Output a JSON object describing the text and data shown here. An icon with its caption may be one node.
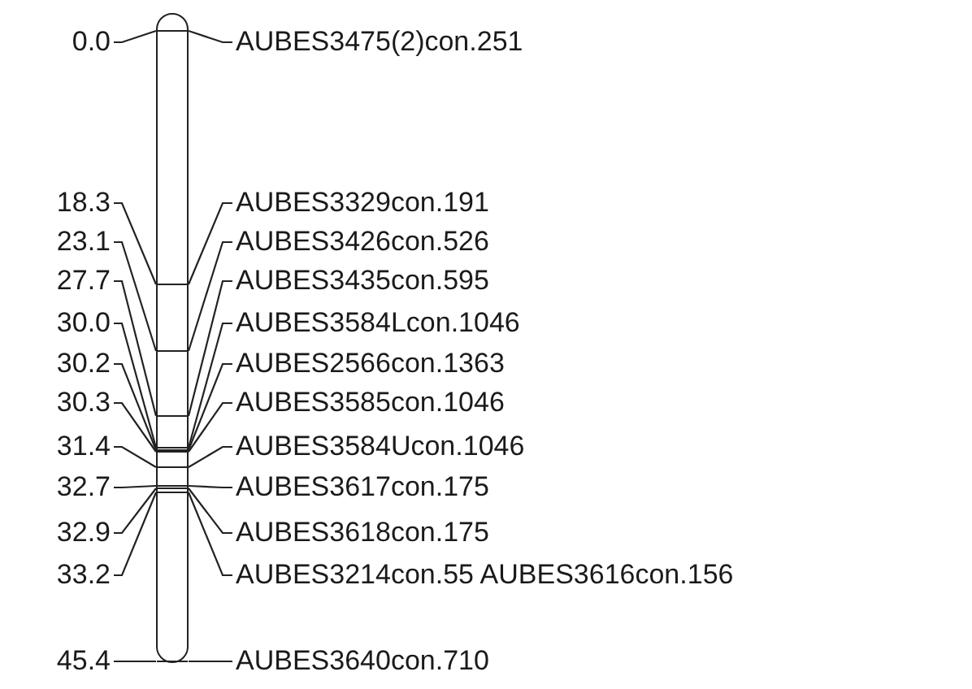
{
  "diagram": {
    "nodes": [
      {
        "text": [],
        "shape": "bar"
      },
      {
        "text": [
          "0.0"
        ]
      },
      {
        "text": [
          "18.3"
        ]
      },
      {
        "text": [
          "23.1"
        ]
      },
      {
        "text": [
          "27.7"
        ]
      },
      {
        "text": [
          "30.0"
        ]
      },
      {
        "text": [
          "30.2"
        ]
      },
      {
        "text": [
          "30.3"
        ]
      },
      {
        "text": [
          "31.4"
        ]
      },
      {
        "text": [
          "32.7"
        ]
      },
      {
        "text": [
          "32.9"
        ]
      },
      {
        "text": [
          "33.2"
        ]
      },
      {
        "text": [
          "45.4"
        ]
      },
      {
        "text": [
          "AUBES3475(2)con.251"
        ]
      },
      {
        "text": [
          "AUBES3329con.191"
        ]
      },
      {
        "text": [
          "AUBES3426con.526"
        ]
      },
      {
        "text": [
          "AUBES3435con.595"
        ]
      },
      {
        "text": [
          "AUBES3584Lcon.1046"
        ]
      },
      {
        "text": [
          "AUBES2566con.1363"
        ]
      },
      {
        "text": [
          "AUBES3585con.1046"
        ]
      },
      {
        "text": [
          "AUBES3584Ucon.1046"
        ]
      },
      {
        "text": [
          "AUBES3617con.175"
        ]
      },
      {
        "text": [
          "AUBES3618con.175"
        ]
      },
      {
        "text": [
          "AUBES3214con.55 AUBES3616con.156"
        ]
      },
      {
        "text": [
          "AUBES3640con.710"
        ]
      }
    ],
    "edges": [
      {
        "from": 1,
        "to": 0,
        "arrow": "none"
      },
      {
        "from": 2,
        "to": 0,
        "arrow": "none"
      },
      {
        "from": 3,
        "to": 0,
        "arrow": "none"
      },
      {
        "from": 4,
        "to": 0,
        "arrow": "none"
      },
      {
        "from": 5,
        "to": 0,
        "arrow": "none"
      },
      {
        "from": 6,
        "to": 0,
        "arrow": "none"
      },
      {
        "from": 7,
        "to": 0,
        "arrow": "none"
      },
      {
        "from": 8,
        "to": 0,
        "arrow": "none"
      },
      {
        "from": 9,
        "to": 0,
        "arrow": "none"
      },
      {
        "from": 10,
        "to": 0,
        "arrow": "none"
      },
      {
        "from": 11,
        "to": 0,
        "arrow": "none"
      },
      {
        "from": 12,
        "to": 0,
        "arrow": "none"
      },
      {
        "from": 13,
        "to": 0,
        "arrow": "none"
      },
      {
        "from": 14,
        "to": 0,
        "arrow": "none"
      },
      {
        "from": 15,
        "to": 0,
        "arrow": "none"
      },
      {
        "from": 16,
        "to": 0,
        "arrow": "none"
      },
      {
        "from": 17,
        "to": 0,
        "arrow": "none"
      },
      {
        "from": 18,
        "to": 0,
        "arrow": "none"
      },
      {
        "from": 19,
        "to": 0,
        "arrow": "none"
      },
      {
        "from": 20,
        "to": 0,
        "arrow": "none"
      },
      {
        "from": 21,
        "to": 0,
        "arrow": "none"
      },
      {
        "from": 22,
        "to": 0,
        "arrow": "none"
      },
      {
        "from": 23,
        "to": 0,
        "arrow": "none"
      },
      {
        "from": 24,
        "to": 0,
        "arrow": "none"
      }
    ]
  }
}
